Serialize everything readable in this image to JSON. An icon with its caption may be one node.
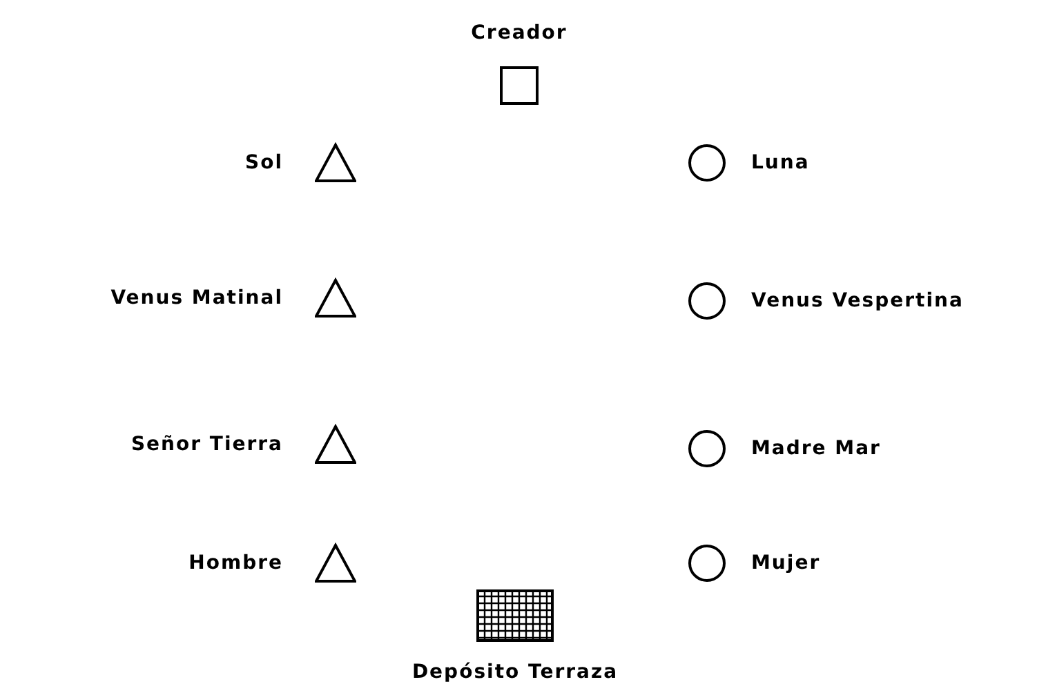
{
  "diagram": {
    "nodes": [
      {
        "text": [],
        "shape": "box",
        "beside": [
          "Creador"
        ]
      },
      {
        "text": [],
        "shape": "triangle",
        "beside": [
          "Sol"
        ]
      },
      {
        "text": [],
        "shape": "circle",
        "beside": [
          "Luna"
        ]
      },
      {
        "text": [],
        "shape": "triangle",
        "beside": [
          "Venus Matinal"
        ]
      },
      {
        "text": [],
        "shape": "circle",
        "beside": [
          "Venus Vespertina"
        ]
      },
      {
        "text": [],
        "shape": "triangle",
        "beside": [
          "Señor Tierra"
        ]
      },
      {
        "text": [],
        "shape": "circle",
        "beside": [
          "Madre Mar"
        ]
      },
      {
        "text": [],
        "shape": "triangle",
        "beside": [
          "Hombre"
        ]
      },
      {
        "text": [],
        "shape": "circle",
        "beside": [
          "Mujer"
        ]
      },
      {
        "text": [],
        "shape": "grid",
        "beside": [
          "Depósito Terraza"
        ]
      }
    ]
  }
}
